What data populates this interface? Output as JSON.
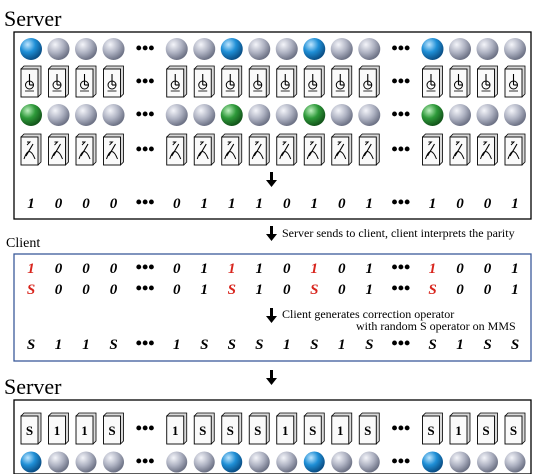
{
  "title_server_top": "Server",
  "title_client": "Client",
  "title_server_bottom": "Server",
  "note_send": "Server sends to client, client interprets the parity",
  "note_generate_line1": "Client generates correction operator",
  "note_generate_line2": "with random S operator on MMS",
  "ellipsis": "•••",
  "colors": {
    "box_border": "#000000",
    "client_border": "#3b5b9a",
    "blue": "#1f8fd6",
    "green": "#2e9a3a",
    "red": "#d8251d",
    "gray": "#a8acbd"
  },
  "columns": [
    "bit",
    "bit",
    "bit",
    "bit",
    "gap",
    "bit",
    "bit",
    "bit",
    "bit",
    "bit",
    "bit",
    "bit",
    "bit",
    "gap",
    "bit",
    "bit",
    "bit",
    "bit"
  ],
  "server_top": {
    "ball_row_1": [
      "blue",
      "gray",
      "gray",
      "gray",
      "gray",
      "gray",
      "blue",
      "gray",
      "gray",
      "blue",
      "gray",
      "gray",
      "blue",
      "gray",
      "gray",
      "gray"
    ],
    "ball_row_2": [
      "green",
      "gray",
      "gray",
      "gray",
      "gray",
      "gray",
      "green",
      "gray",
      "gray",
      "green",
      "gray",
      "gray",
      "green",
      "gray",
      "gray",
      "gray"
    ],
    "card_row_1": "dial",
    "card_row_2": "arc",
    "bits": [
      "1",
      "0",
      "0",
      "0",
      "0",
      "1",
      "1",
      "1",
      "0",
      "1",
      "0",
      "1",
      "1",
      "0",
      "0",
      "1"
    ]
  },
  "client": {
    "row_1": [
      [
        "1",
        true
      ],
      [
        "0",
        false
      ],
      [
        "0",
        false
      ],
      [
        "0",
        false
      ],
      [
        "0",
        false
      ],
      [
        "1",
        false
      ],
      [
        "1",
        true
      ],
      [
        "1",
        false
      ],
      [
        "0",
        false
      ],
      [
        "1",
        true
      ],
      [
        "0",
        false
      ],
      [
        "1",
        false
      ],
      [
        "1",
        true
      ],
      [
        "0",
        false
      ],
      [
        "0",
        false
      ],
      [
        "1",
        false
      ]
    ],
    "row_2": [
      [
        "S",
        true
      ],
      [
        "0",
        false
      ],
      [
        "0",
        false
      ],
      [
        "0",
        false
      ],
      [
        "0",
        false
      ],
      [
        "1",
        false
      ],
      [
        "S",
        true
      ],
      [
        "1",
        false
      ],
      [
        "0",
        false
      ],
      [
        "S",
        true
      ],
      [
        "0",
        false
      ],
      [
        "1",
        false
      ],
      [
        "S",
        true
      ],
      [
        "0",
        false
      ],
      [
        "0",
        false
      ],
      [
        "1",
        false
      ]
    ],
    "row_3": [
      "S",
      "1",
      "1",
      "S",
      "1",
      "S",
      "S",
      "S",
      "1",
      "S",
      "1",
      "S",
      "S",
      "1",
      "S",
      "S"
    ]
  },
  "server_bottom": {
    "cards": [
      "S",
      "1",
      "1",
      "S",
      "1",
      "S",
      "S",
      "S",
      "1",
      "S",
      "1",
      "S",
      "S",
      "1",
      "S",
      "S"
    ],
    "balls": [
      "blue",
      "gray",
      "gray",
      "gray",
      "gray",
      "gray",
      "blue",
      "gray",
      "gray",
      "blue",
      "gray",
      "gray",
      "blue",
      "gray",
      "gray",
      "gray"
    ]
  }
}
